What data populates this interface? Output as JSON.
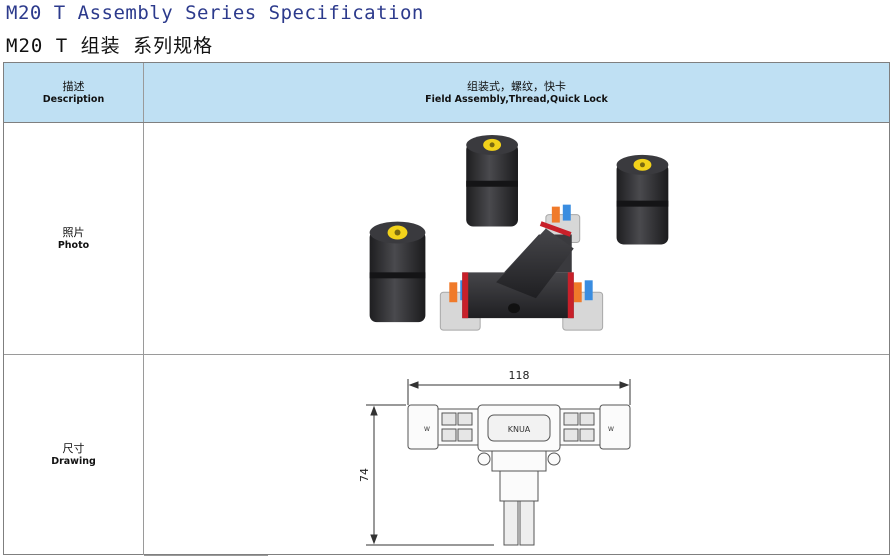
{
  "header": {
    "title_en": "M20 T Assembly Series Specification",
    "title_cn": "M20 T 组装 系列规格"
  },
  "table": {
    "head": {
      "left_cn": "描述",
      "left_en": "Description",
      "right_cn": "组装式，螺纹，快卡",
      "right_en": "Field Assembly,Thread,Quick Lock"
    },
    "photo_row": {
      "label_cn": "照片",
      "label_en": "Photo"
    },
    "drawing_row": {
      "label_cn": "尺寸",
      "label_en": "Drawing",
      "width_dim": "118",
      "height_dim": "74",
      "logo_text": "KNUA",
      "cap_text": "W"
    }
  },
  "colors": {
    "title_blue": "#2c3a8c",
    "header_bg": "#bfe0f3",
    "connector_body": "#2b2b2e",
    "seal_red": "#c8202a",
    "lever_orange": "#f07a2a",
    "lever_blue": "#3a8de0",
    "insert_yellow": "#f2d21a"
  }
}
